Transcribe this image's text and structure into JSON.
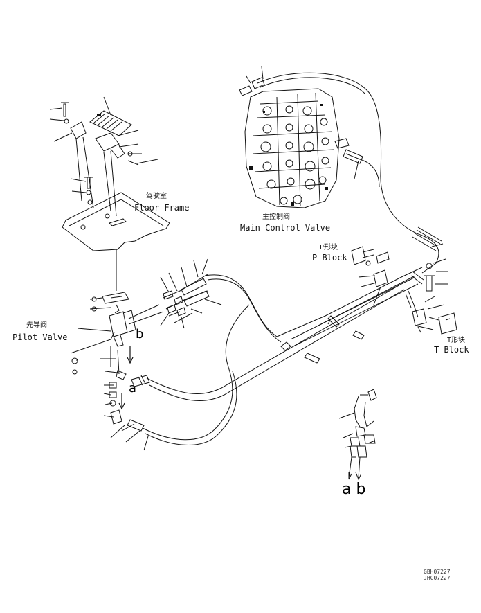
{
  "labels": {
    "floor_frame_cn": "驾驶室",
    "floor_frame_en": "Floor Frame",
    "main_valve_cn": "主控制阀",
    "main_valve_en": "Main Control Valve",
    "p_block_cn": "P形块",
    "p_block_en": "P-Block",
    "pilot_valve_cn": "先导阀",
    "pilot_valve_en": "Pilot Valve",
    "t_block_cn": "T形块",
    "t_block_en": "T-Block",
    "mark_a": "a",
    "mark_b": "b",
    "mark_ab": "a b"
  },
  "refs": {
    "line1": "GBH07227",
    "line2": "JHC07227"
  }
}
